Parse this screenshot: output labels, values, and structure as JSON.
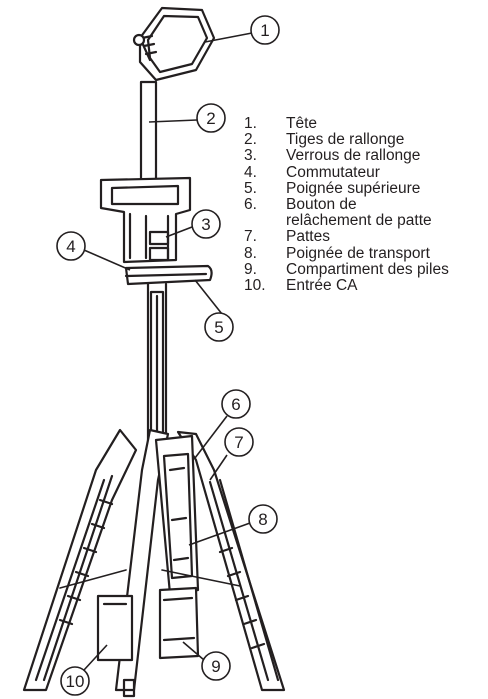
{
  "callouts": [
    {
      "number": "1"
    },
    {
      "number": "2"
    },
    {
      "number": "3"
    },
    {
      "number": "4"
    },
    {
      "number": "5"
    },
    {
      "number": "6"
    },
    {
      "number": "7"
    },
    {
      "number": "8"
    },
    {
      "number": "9"
    },
    {
      "number": "10"
    }
  ],
  "legend": [
    {
      "number": "1.",
      "label": "Tête"
    },
    {
      "number": "2.",
      "label": "Tiges de rallonge"
    },
    {
      "number": "3.",
      "label": "Verrous de rallonge"
    },
    {
      "number": "4.",
      "label": "Commutateur"
    },
    {
      "number": "5.",
      "label": "Poignée supérieure"
    },
    {
      "number": "6.",
      "label": "Bouton de",
      "continuation": "relâchement de patte"
    },
    {
      "number": "7.",
      "label": "Pattes"
    },
    {
      "number": "8.",
      "label": "Poignée de transport"
    },
    {
      "number": "9.",
      "label": "Compartiment des piles"
    },
    {
      "number": "10.",
      "label": "Entrée CA"
    }
  ]
}
